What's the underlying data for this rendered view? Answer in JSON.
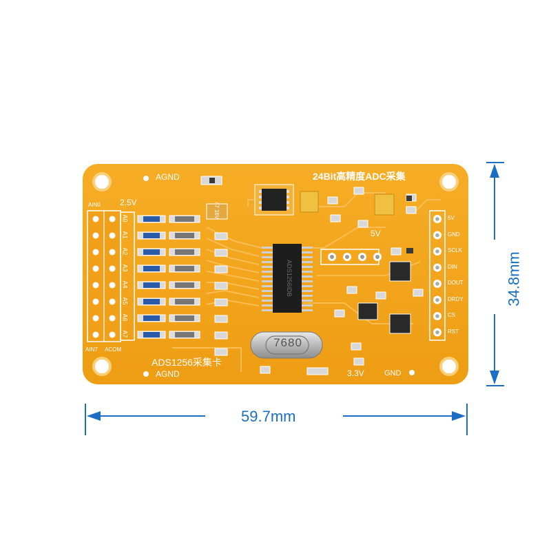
{
  "board": {
    "title": "24Bit高精度ADC采集",
    "name": "ADS1256采集卡",
    "agnd_top": "AGND",
    "agnd_bottom": "AGND",
    "v25": "2.5V",
    "v5": "5V",
    "v33": "3.3V",
    "gnd": "GND",
    "ain0": "AIN0",
    "ain7": "AIN7",
    "acom": "ACOM",
    "cap_label": "47\n16V",
    "crystal": "7680",
    "input_labels": [
      "A0",
      "A1",
      "A2",
      "A3",
      "A4",
      "A5",
      "A6",
      "A7"
    ],
    "header_labels": [
      "5V",
      "GND",
      "SCLK",
      "DIN",
      "DOUT",
      "DRDY",
      "CS",
      "RST"
    ]
  },
  "dimensions": {
    "width": "59.7mm",
    "height": "34.8mm"
  },
  "colors": {
    "pcb": "#f2a41e",
    "trace": "#f7b94a",
    "dimension": "#1a6fc4"
  }
}
